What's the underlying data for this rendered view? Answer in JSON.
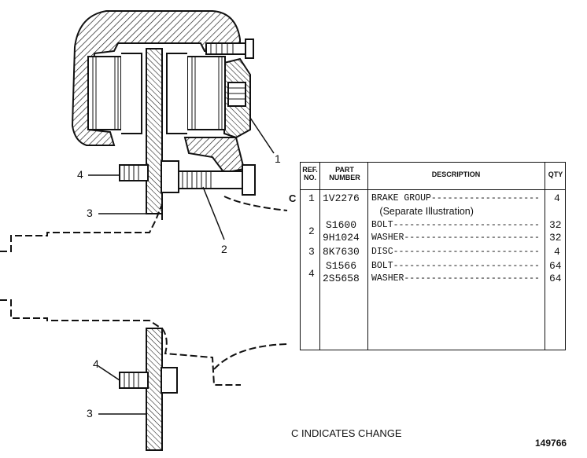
{
  "callouts": {
    "c1": "1",
    "c2": "2",
    "c3_upper": "3",
    "c4_upper": "4",
    "c4_lower": "4",
    "c3_lower": "3"
  },
  "table": {
    "headers": {
      "ref_no": "REF. NO.",
      "part_number": "PART NUMBER",
      "description": "DESCRIPTION",
      "qty": "QTY"
    },
    "rows": [
      {
        "ref": "1",
        "part": "1V2276",
        "desc": "BRAKE GROUP--------------------",
        "qty": "4",
        "change": "C"
      },
      {
        "ref": "",
        "part": "",
        "desc": "   (Separate Illustration)",
        "qty": ""
      },
      {
        "ref": "",
        "part": "S1600",
        "desc": "BOLT---------------------------",
        "qty": "32"
      },
      {
        "ref": "2",
        "part": "9H1024",
        "desc": "WASHER-------------------------",
        "qty": "32"
      },
      {
        "ref": "3",
        "part": "8K7630",
        "desc": "DISC---------------------------",
        "qty": "4"
      },
      {
        "ref": "",
        "part": "S1566",
        "desc": "BOLT---------------------------",
        "qty": "64"
      },
      {
        "ref": "4",
        "part": "2S5658",
        "desc": "WASHER-------------------------",
        "qty": "64"
      }
    ]
  },
  "footer_note": "C INDICATES CHANGE",
  "figure_number": "149766"
}
